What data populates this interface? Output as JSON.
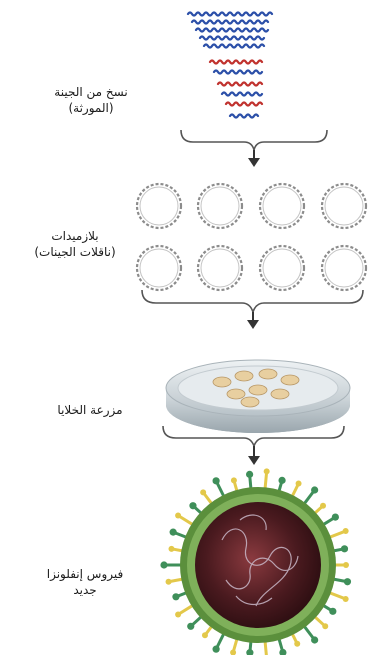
{
  "steps": {
    "gene_copies": {
      "line1": "نسخ من الجينة",
      "line2": "(المورثة)"
    },
    "plasmids": {
      "line1": "بلازميدات",
      "line2": "(ناقلات الجينات)"
    },
    "cell_culture": {
      "line1": "مزرعة الخلايا"
    },
    "virus": {
      "line1": "فيروس إنفلونزا",
      "line2": "جديد"
    }
  },
  "colors": {
    "gene_blue": "#2b4fa8",
    "gene_red": "#c0322e",
    "plasmid": "#8c8c8c",
    "bracket": "#555555",
    "arrow": "#333333",
    "dish": "#cfd6da",
    "cell": "#e8cfa0",
    "virus_core": "#5a1f25",
    "virus_shell": "#6aa84f",
    "spike_yellow": "#e3c84a",
    "spike_green": "#3f8f5a"
  },
  "icons": {
    "gene_copies": "dna-strands-icon",
    "plasmids": "plasmid-ring-icon",
    "cell_culture": "petri-dish-icon",
    "virus": "virus-particle-icon"
  }
}
